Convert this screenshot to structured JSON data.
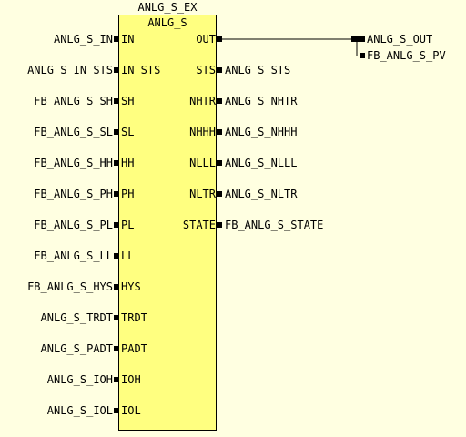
{
  "block": {
    "instance_name": "ANLG_S_EX",
    "type_name": "ANLG_S"
  },
  "inputs": [
    {
      "signal": "ANLG_S_IN",
      "port": "IN"
    },
    {
      "signal": "ANLG_S_IN_STS",
      "port": "IN_STS"
    },
    {
      "signal": "FB_ANLG_S_SH",
      "port": "SH"
    },
    {
      "signal": "FB_ANLG_S_SL",
      "port": "SL"
    },
    {
      "signal": "FB_ANLG_S_HH",
      "port": "HH"
    },
    {
      "signal": "FB_ANLG_S_PH",
      "port": "PH"
    },
    {
      "signal": "FB_ANLG_S_PL",
      "port": "PL"
    },
    {
      "signal": "FB_ANLG_S_LL",
      "port": "LL"
    },
    {
      "signal": "FB_ANLG_S_HYS",
      "port": "HYS"
    },
    {
      "signal": "ANLG_S_TRDT",
      "port": "TRDT"
    },
    {
      "signal": "ANLG_S_PADT",
      "port": "PADT"
    },
    {
      "signal": "ANLG_S_IOH",
      "port": "IOH"
    },
    {
      "signal": "ANLG_S_IOL",
      "port": "IOL"
    }
  ],
  "outputs": [
    {
      "port": "OUT",
      "signal": ""
    },
    {
      "port": "STS",
      "signal": "ANLG_S_STS"
    },
    {
      "port": "NHTR",
      "signal": "ANLG_S_NHTR"
    },
    {
      "port": "NHHH",
      "signal": "ANLG_S_NHHH"
    },
    {
      "port": "NLLL",
      "signal": "ANLG_S_NLLL"
    },
    {
      "port": "NLTR",
      "signal": "ANLG_S_NLTR"
    },
    {
      "port": "STATE",
      "signal": "FB_ANLG_S_STATE"
    }
  ],
  "out_destinations": [
    "ANLG_S_OUT",
    "FB_ANLG_S_PV"
  ]
}
